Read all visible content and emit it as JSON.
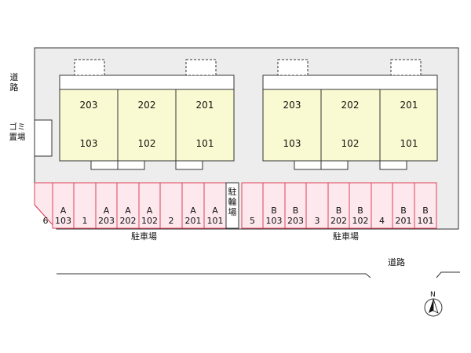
{
  "colors": {
    "site_fill": "#ededed",
    "building_fill": "#fafad2",
    "parking_stroke": "#e0405a",
    "parking_fill": "#fde8ee",
    "outline": "#333333"
  },
  "labels": {
    "road_left": "道路",
    "road_bottom": "道路",
    "garbage": "ゴミ置場",
    "bicycle": "駐輪場",
    "parking_left": "駐車場",
    "parking_right": "駐車場",
    "north": "N"
  },
  "buildings": [
    {
      "name": "west",
      "upper": [
        "203",
        "202",
        "201"
      ],
      "lower": [
        "103",
        "102",
        "101"
      ]
    },
    {
      "name": "east",
      "upper": [
        "203",
        "202",
        "201"
      ],
      "lower": [
        "103",
        "102",
        "101"
      ]
    }
  ],
  "parking_left": [
    {
      "top": "",
      "bottom": "6"
    },
    {
      "top": "A",
      "bottom": "103"
    },
    {
      "top": "",
      "bottom": "1"
    },
    {
      "top": "A",
      "bottom": "203"
    },
    {
      "top": "A",
      "bottom": "202"
    },
    {
      "top": "A",
      "bottom": "102"
    },
    {
      "top": "",
      "bottom": "2"
    },
    {
      "top": "A",
      "bottom": "201"
    },
    {
      "top": "A",
      "bottom": "101"
    }
  ],
  "parking_right": [
    {
      "top": "",
      "bottom": "5"
    },
    {
      "top": "B",
      "bottom": "103"
    },
    {
      "top": "B",
      "bottom": "203"
    },
    {
      "top": "",
      "bottom": "3"
    },
    {
      "top": "B",
      "bottom": "202"
    },
    {
      "top": "B",
      "bottom": "102"
    },
    {
      "top": "",
      "bottom": "4"
    },
    {
      "top": "B",
      "bottom": "201"
    },
    {
      "top": "B",
      "bottom": "101"
    }
  ]
}
